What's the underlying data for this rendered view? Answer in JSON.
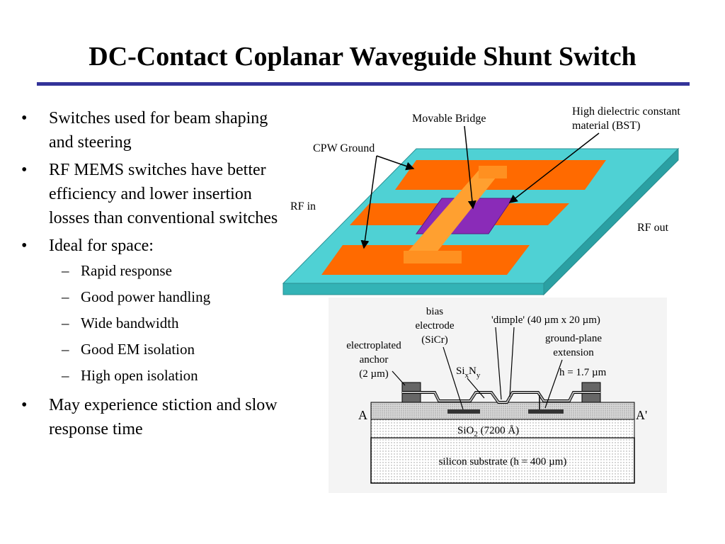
{
  "slide": {
    "title": "DC-Contact Coplanar Waveguide Shunt Switch",
    "colors": {
      "rule": "#333399",
      "substrate": "#4fd1d4",
      "metal": "#ff6a00",
      "bridge": "#ff9f30",
      "dielectric": "#8a2bb8"
    }
  },
  "bullets": {
    "b1": "Switches used for beam shaping and steering",
    "b2": "RF MEMS switches have better efficiency and lower insertion losses than conventional switches",
    "b3": "Ideal for space:",
    "sub": [
      "Rapid response",
      "Good power handling",
      "Wide bandwidth",
      "Good EM isolation",
      "High open isolation"
    ],
    "b4": "May experience stiction and slow response time",
    "bullet_glyph": "•",
    "dash_glyph": "–"
  },
  "figure_top": {
    "label_bridge": "Movable Bridge",
    "label_bst_1": "High dielectric constant",
    "label_bst_2": "material (BST)",
    "label_ground": "CPW Ground",
    "label_rf_in": "RF in",
    "label_rf_out": "RF out"
  },
  "figure_bottom": {
    "bias_1": "bias",
    "bias_2": "electrode",
    "bias_3": "(SiCr)",
    "dimple": "'dimple' (40 µm x 20 µm)",
    "gp_1": "ground-plane",
    "gp_2": "extension",
    "anchor_1": "electroplated",
    "anchor_2": "anchor",
    "anchor_3": "(2 µm)",
    "height": "h = 1.7 µm",
    "sixny_si": "Si",
    "sixny_x": "x",
    "sixny_n": "N",
    "sixny_y": "y",
    "cut_a": "A",
    "cut_a2": "A'",
    "sio2_a": "SiO",
    "sio2_sub": "2",
    "sio2_b": " (7200 Å)",
    "substrate": "silicon substrate (h = 400 µm)"
  }
}
